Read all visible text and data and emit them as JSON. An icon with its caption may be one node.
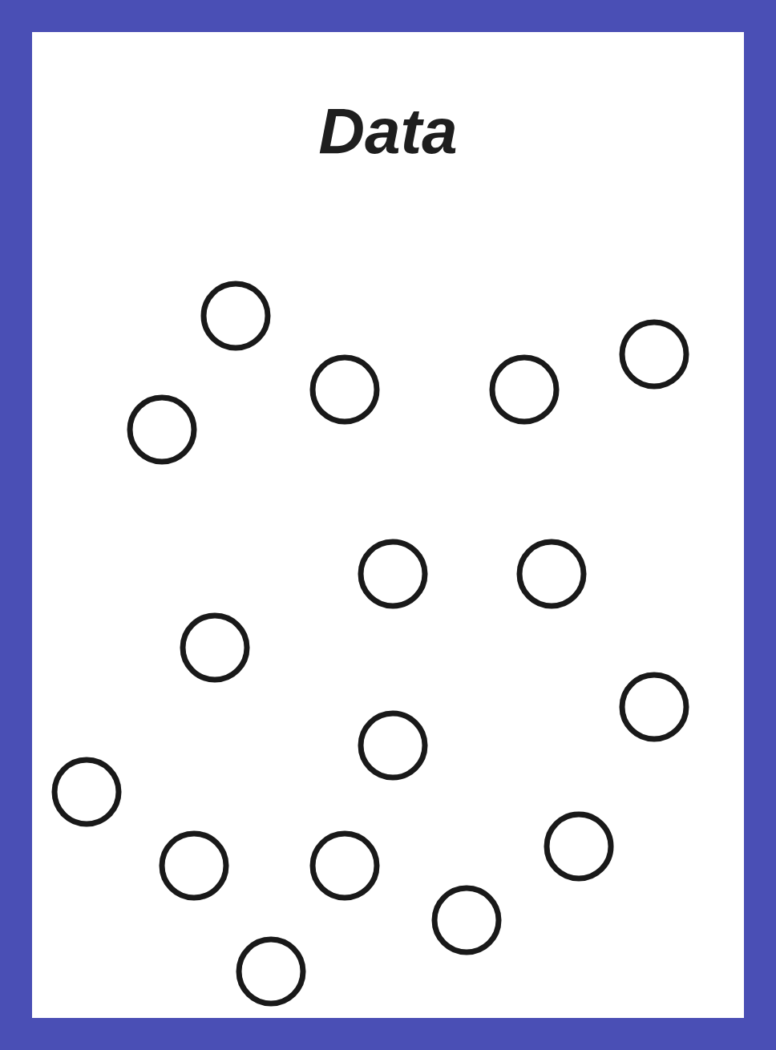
{
  "diagram": {
    "title": "Data",
    "nodes": [
      {
        "text": [],
        "shape": "circle"
      },
      {
        "text": [],
        "shape": "circle"
      },
      {
        "text": [],
        "shape": "circle"
      },
      {
        "text": [],
        "shape": "circle"
      },
      {
        "text": [],
        "shape": "circle"
      },
      {
        "text": [],
        "shape": "circle"
      },
      {
        "text": [],
        "shape": "circle"
      },
      {
        "text": [],
        "shape": "circle"
      },
      {
        "text": [],
        "shape": "circle"
      },
      {
        "text": [],
        "shape": "circle"
      },
      {
        "text": [],
        "shape": "circle"
      },
      {
        "text": [],
        "shape": "circle"
      },
      {
        "text": [],
        "shape": "circle"
      },
      {
        "text": [],
        "shape": "circle"
      },
      {
        "text": [],
        "shape": "circle"
      },
      {
        "text": [],
        "shape": "circle"
      }
    ]
  }
}
